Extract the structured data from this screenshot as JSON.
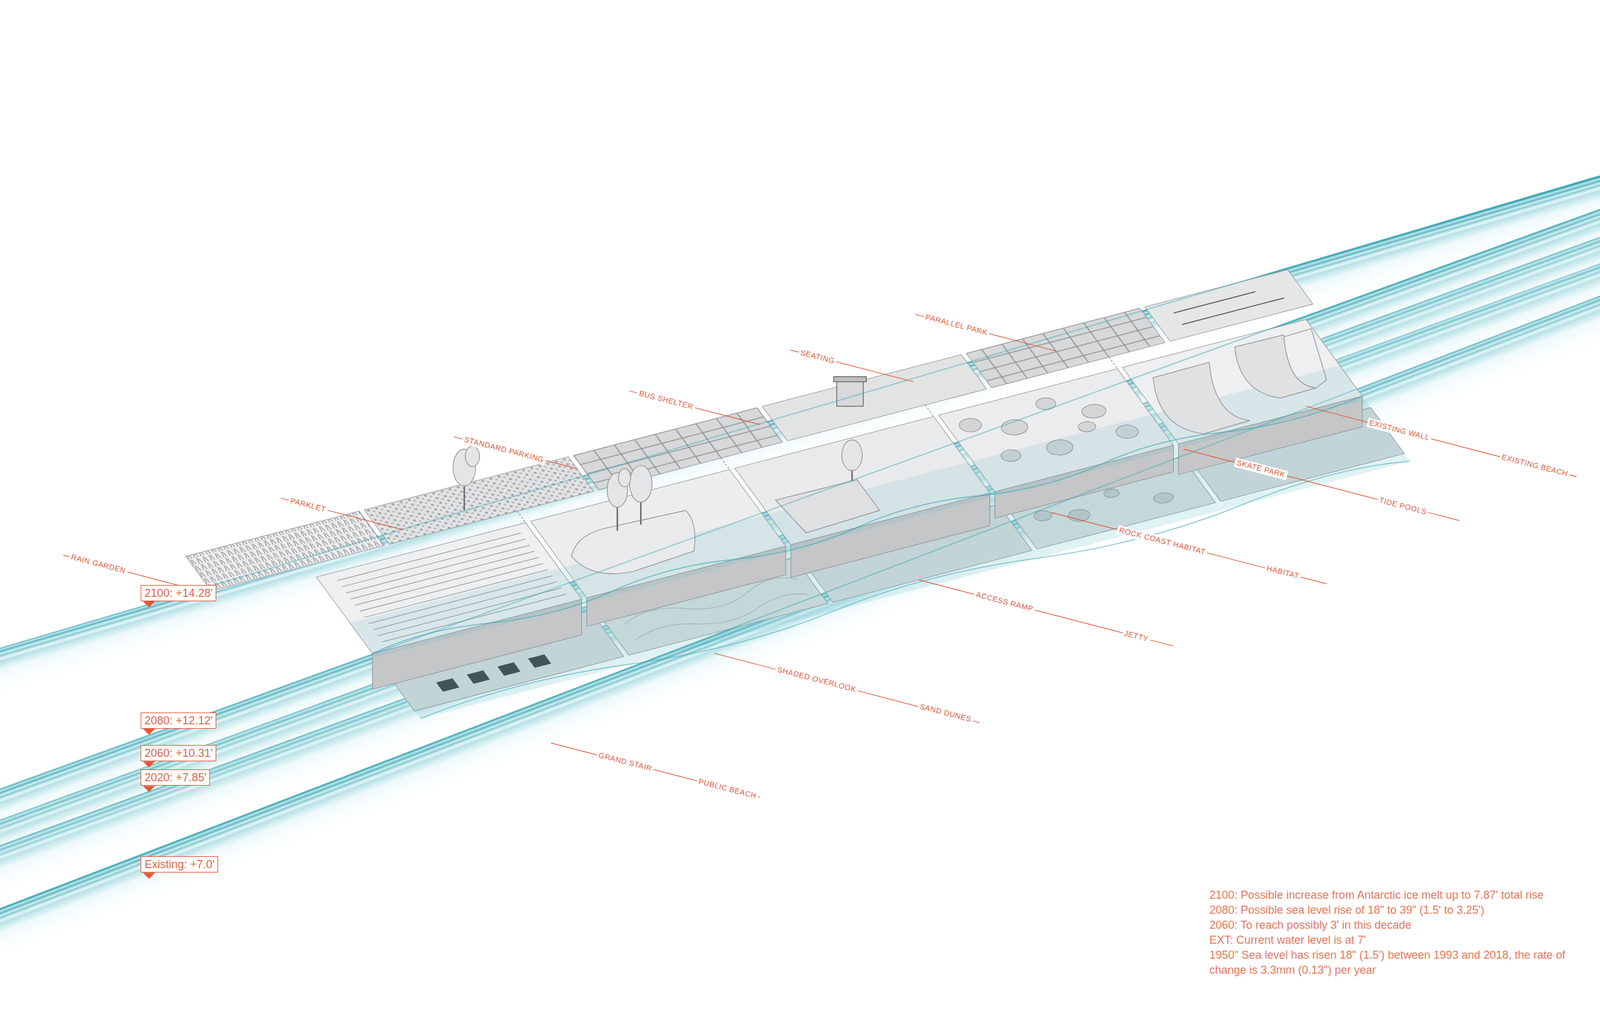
{
  "diagram": {
    "nodes": [
      {
        "text": [
          "2100: +14.28'"
        ]
      },
      {
        "text": [
          "2080: +12.12'"
        ]
      },
      {
        "text": [
          "2060: +10.31'"
        ]
      },
      {
        "text": [
          "2020: +7.85'"
        ]
      },
      {
        "text": [
          "Existing: +7.0'"
        ]
      }
    ],
    "labels": [
      "RAIN GARDEN",
      "PARKLET",
      "STANDARD PARKING",
      "BUS SHELTER",
      "SEATING",
      "PARALLEL PARK",
      "EXISTING WALL",
      "EXISTING BEACH",
      "SKATE PARK",
      "TIDE POOLS",
      "ROCK COAST HABITAT",
      "HABITAT",
      "ACCESS RAMP",
      "JETTY",
      "SHADED OVERLOOK",
      "SAND DUNES",
      "GRAND STAIR",
      "PUBLIC BEACH",
      "2100: Possible increase from Antarctic ice melt up to 7.87' total rise",
      "2080: Possible sea level rise of 18\" to 39\" (1.5' to 3.25')",
      "2060: To reach possibly 3' in this decade",
      "EXT: Current water level is at 7'",
      "1950\" Sea level has risen 18\" (1.5') between 1993 and 2018, the rate of change is 3.3mm (0.13\") per year"
    ]
  }
}
